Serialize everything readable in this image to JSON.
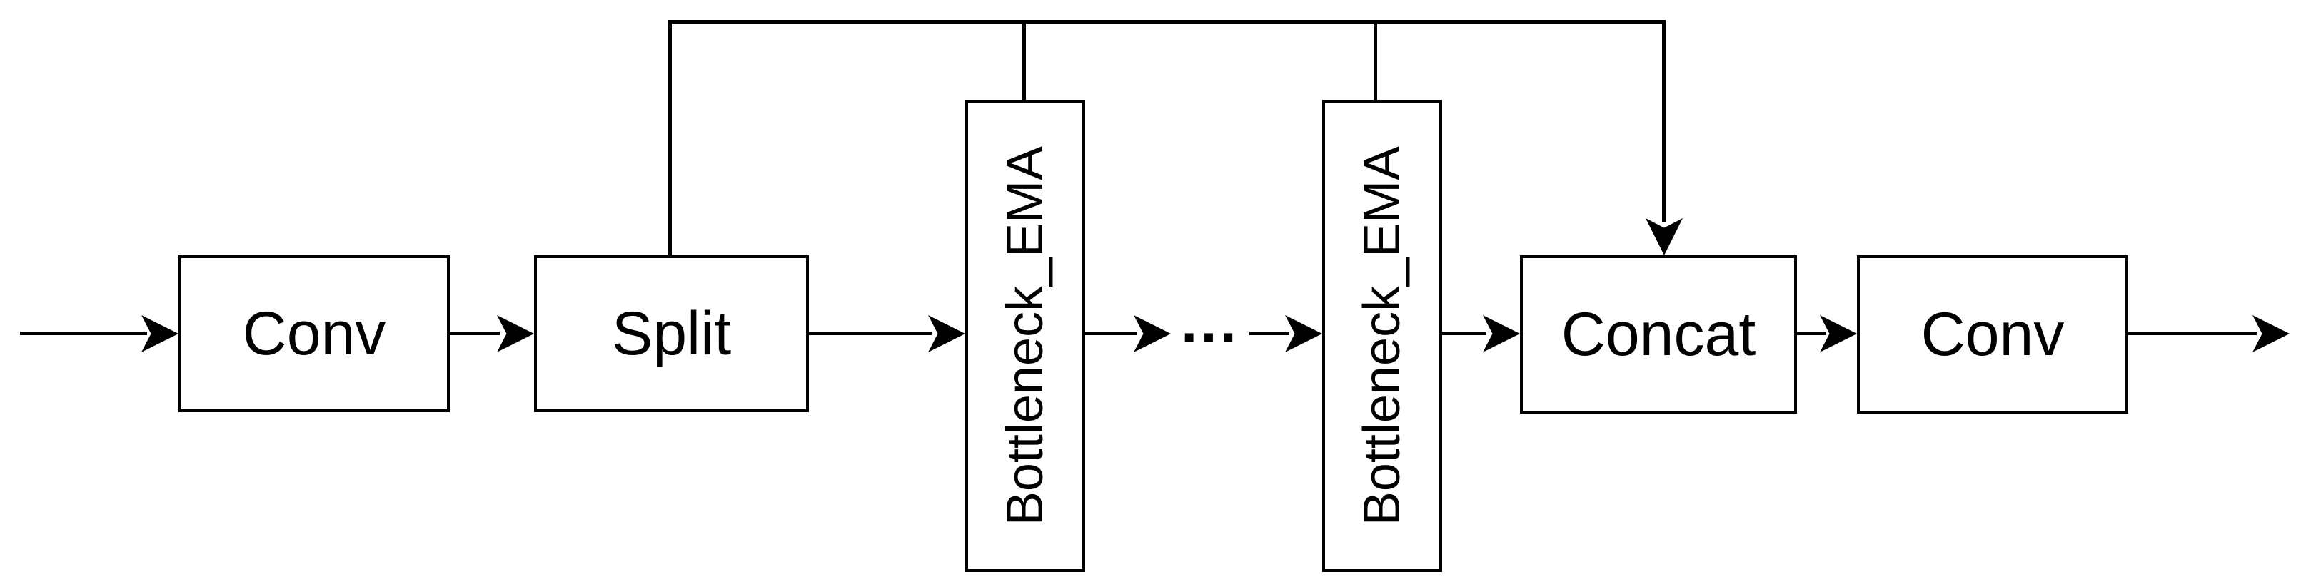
{
  "diagram": {
    "colors": {
      "background": "#ffffff",
      "node_fill": "#ffffff",
      "stroke": "#000000",
      "text": "#000000"
    },
    "nodes": {
      "conv_in": {
        "label": "Conv",
        "shape": "rectangle",
        "text_orientation": "horizontal"
      },
      "split": {
        "label": "Split",
        "shape": "rectangle",
        "text_orientation": "horizontal"
      },
      "bottleneck_ema_1": {
        "label": "Bottleneck_EMA",
        "shape": "rectangle",
        "text_orientation": "vertical-bottom-to-top"
      },
      "bottleneck_ema_2": {
        "label": "Bottleneck_EMA",
        "shape": "rectangle",
        "text_orientation": "vertical-bottom-to-top"
      },
      "concat": {
        "label": "Concat",
        "shape": "rectangle",
        "text_orientation": "horizontal"
      },
      "conv_out": {
        "label": "Conv",
        "shape": "rectangle",
        "text_orientation": "horizontal"
      }
    },
    "ellipsis": "...",
    "edges": [
      {
        "from": "input",
        "to": "conv_in",
        "arrow": true,
        "route": "straight"
      },
      {
        "from": "conv_in",
        "to": "split",
        "arrow": true,
        "route": "straight"
      },
      {
        "from": "split",
        "to": "bottleneck_ema_1",
        "arrow": true,
        "route": "straight"
      },
      {
        "from": "bottleneck_ema_1",
        "to": "ellipsis",
        "arrow": true,
        "route": "straight"
      },
      {
        "from": "ellipsis",
        "to": "bottleneck_ema_2",
        "arrow": true,
        "route": "straight"
      },
      {
        "from": "bottleneck_ema_2",
        "to": "concat",
        "arrow": true,
        "route": "straight"
      },
      {
        "from": "concat",
        "to": "conv_out",
        "arrow": true,
        "route": "straight"
      },
      {
        "from": "conv_out",
        "to": "output",
        "arrow": true,
        "route": "straight"
      },
      {
        "from": "split",
        "to": "bottleneck_ema_1",
        "arrow": false,
        "route": "top-skip-line"
      },
      {
        "from": "split",
        "to": "bottleneck_ema_2",
        "arrow": false,
        "route": "top-skip-line"
      },
      {
        "from": "split",
        "to": "concat",
        "arrow": true,
        "route": "top-skip-line"
      }
    ]
  }
}
